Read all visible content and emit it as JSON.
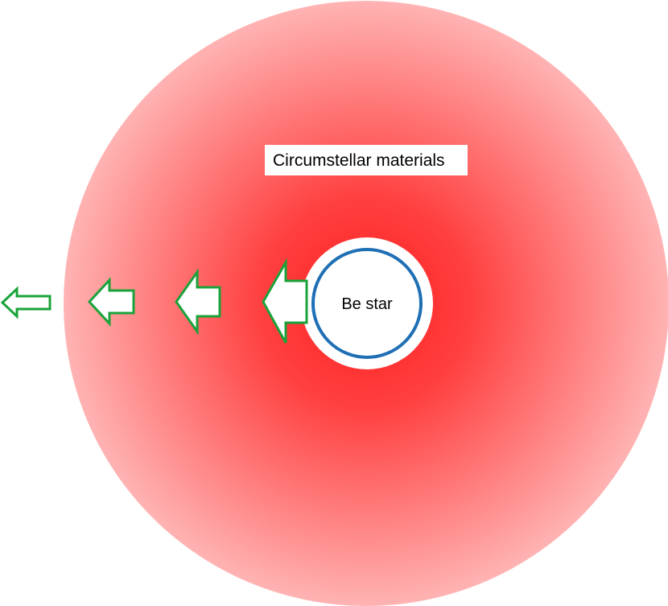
{
  "diagram": {
    "star_label": "Be star",
    "cloud_label": "Circumstellar materials",
    "arrow_count": 4
  },
  "colors": {
    "cloud_center": "#ff2020",
    "cloud_edge": "#ffb3b3",
    "star_fill": "#ffffff",
    "star_ring": "#1f6fb5",
    "arrow_stroke": "#1aa33a",
    "arrow_fill": "#ffffff",
    "label_box": "#ffffff"
  }
}
